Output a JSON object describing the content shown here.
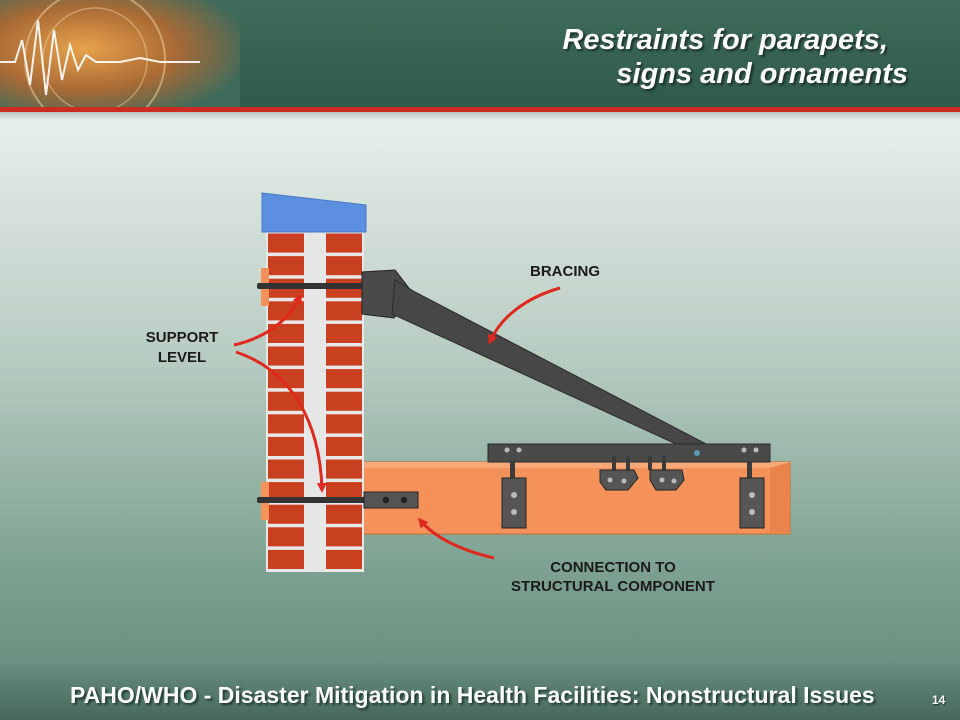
{
  "slide": {
    "title_line1": "Restraints for parapets,",
    "title_line2": "signs and ornaments",
    "footer": "PAHO/WHO - Disaster Mitigation in Health Facilities: Nonstructural Issues",
    "page_number": "14"
  },
  "diagram": {
    "labels": {
      "bracing": "BRACING",
      "support_line1": "SUPPORT",
      "support_line2": "LEVEL",
      "connection_line1": "CONNECTION TO",
      "connection_line2": "STRUCTURAL COMPONENT"
    }
  },
  "colors": {
    "header": "#3f6b5b",
    "accent_rule": "#cc2b1f",
    "brick": "#c8401f",
    "mortar": "#e8e8e8",
    "cap": "#5b8fe0",
    "beam": "#f4925a",
    "bracing": "#474747",
    "arrow": "#e0281c"
  }
}
